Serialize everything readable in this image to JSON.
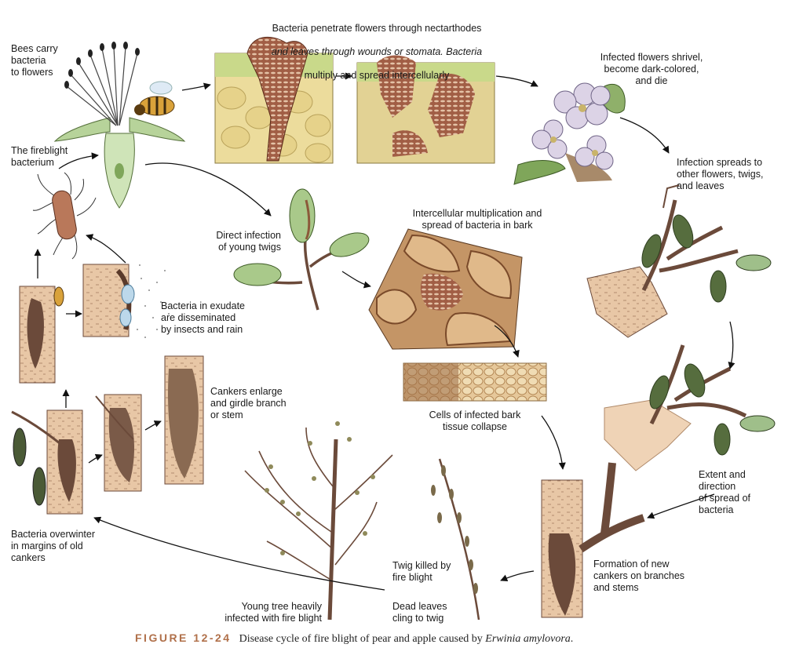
{
  "labels": {
    "bees": "Bees carry\nbacteria\nto flowers",
    "bacterium": "The fireblight\nbacterium",
    "penetrate_a": "Bacteria penetrate flowers through nectarthodes",
    "penetrate_b1": "and leaves through ",
    "penetrate_b2": "wounds or stomata.",
    "penetrate_b3": " Bacteria",
    "penetrate_c": "multiply and spread intercellularly",
    "shrivel": "Infected flowers shrivel,\nbecome dark-colored,\nand die",
    "spreads": "Infection spreads to\nother flowers, twigs,\nand leaves",
    "direct": "Direct infection\nof young twigs",
    "intercellular": "Intercellular multiplication and\nspread of bacteria in bark",
    "exudate": "Bacteria in exudate\nare disseminated\nby insects and rain",
    "collapse": "Cells of infected bark\ntissue collapse",
    "cankers_enlarge": "Cankers enlarge\nand girdle branch\nor stem",
    "extent": "Extent and\ndirection\nof spread of\nbacteria",
    "overwinter": "Bacteria overwinter\nin margins of old\ncankers",
    "new_cankers": "Formation of new\ncankers on branches\nand stems",
    "twig_killed": "Twig killed by\nfire blight",
    "dead_leaves": "Dead leaves\ncling to twig",
    "young_tree": "Young tree heavily\ninfected with fire blight"
  },
  "caption": {
    "figure": "FIGURE 12-24",
    "text": "Disease cycle of fire blight of pear and apple caused by ",
    "organism": "Erwinia amylovora",
    "end": "."
  },
  "colors": {
    "bark": "#e8c7a6",
    "canker": "#6b4a3a",
    "leaf": "#6f8f4a",
    "tissue": "#e3d18a",
    "bacteria": "#8c3f2a",
    "accent": "#b0704a"
  }
}
